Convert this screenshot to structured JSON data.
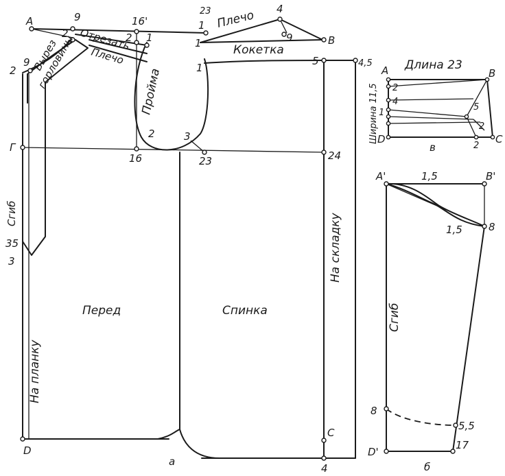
{
  "main_pattern": {
    "points": {
      "A": "A",
      "nine_top": "9",
      "two_right_of_9": "2",
      "two_left": "2",
      "nine_left": "9",
      "sixteen_prime": "16'",
      "two_armhole_top": "2",
      "one_armhole_top": "1",
      "one_right": "1",
      "twentythree_top": "23",
      "one_shoulder": "1",
      "four_top": "4",
      "nine_shoulder": "9",
      "B": "B",
      "one_yoke": "1",
      "five": "5",
      "four_five": "4,5",
      "G": "Г",
      "sixteen": "16",
      "two_armhole_bottom": "2",
      "three_armhole": "3",
      "twentythree": "23",
      "twentyfour": "24",
      "thirtyfive": "35",
      "three_left": "3",
      "D": "D",
      "a": "a",
      "C": "C",
      "four_bottom": "4"
    },
    "labels": {
      "shoulder_top": "Плечо",
      "yoke": "Кокетка",
      "neckline_cut_1": "Вырез",
      "neckline_cut_2": "горловины",
      "cut_off": "Отрезать",
      "shoulder_front": "Плечо",
      "armhole": "Пройма",
      "fold_left": "Сгиб",
      "front": "Перед",
      "back": "Спинка",
      "placket": "На планку",
      "on_fold": "На складку"
    }
  },
  "yoke_pattern": {
    "title": "Длина 23",
    "width_label": "Ширина 11,5",
    "points": {
      "A": "A",
      "two_top": "2",
      "four": "4",
      "one": "1",
      "five": "5",
      "B": "B",
      "two_inner": "2",
      "D": "D",
      "two_bottom": "2",
      "C": "C"
    },
    "caption": "в"
  },
  "sleeve_pattern": {
    "points": {
      "A_prime": "A'",
      "B_prime": "B'",
      "one_five_top": "1,5",
      "eight_right": "8",
      "one_five_curve": "1,5",
      "eight_left": "8",
      "five_five": "5,5",
      "D_prime": "D'",
      "seventeen": "17"
    },
    "fold_label": "Сгиб",
    "caption": "б"
  }
}
